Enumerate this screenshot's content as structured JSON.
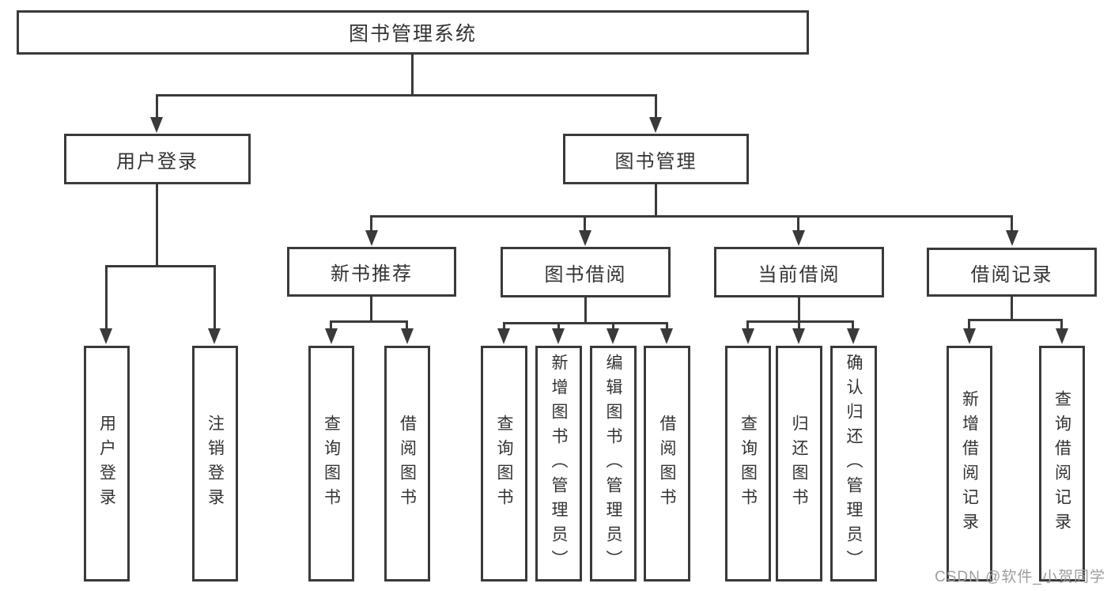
{
  "title": {
    "label": "图书管理系统"
  },
  "level2": [
    {
      "label": "用户登录"
    },
    {
      "label": "图书管理"
    }
  ],
  "level3": [
    {
      "label": "新书推荐"
    },
    {
      "label": "图书借阅"
    },
    {
      "label": "当前借阅"
    },
    {
      "label": "借阅记录"
    }
  ],
  "leaves": [
    {
      "label": "用户登录"
    },
    {
      "label": "注销登录"
    },
    {
      "label": "查询图书"
    },
    {
      "label": "借阅图书"
    },
    {
      "label": "查询图书"
    },
    {
      "label": "新增图书（管理员）"
    },
    {
      "label": "编辑图书（管理员）"
    },
    {
      "label": "借阅图书"
    },
    {
      "label": "查询图书"
    },
    {
      "label": "归还图书"
    },
    {
      "label": "确认归还（管理员）"
    },
    {
      "label": "新增借阅记录"
    },
    {
      "label": "查询借阅记录"
    }
  ],
  "watermark": {
    "text": "CSDN @软件_小贺同学"
  },
  "colors": {
    "line": "#3a3a3a",
    "box_border": "#3a3a3a",
    "text": "#333333",
    "watermark": "#9e9e9e",
    "background": "#ffffff"
  }
}
